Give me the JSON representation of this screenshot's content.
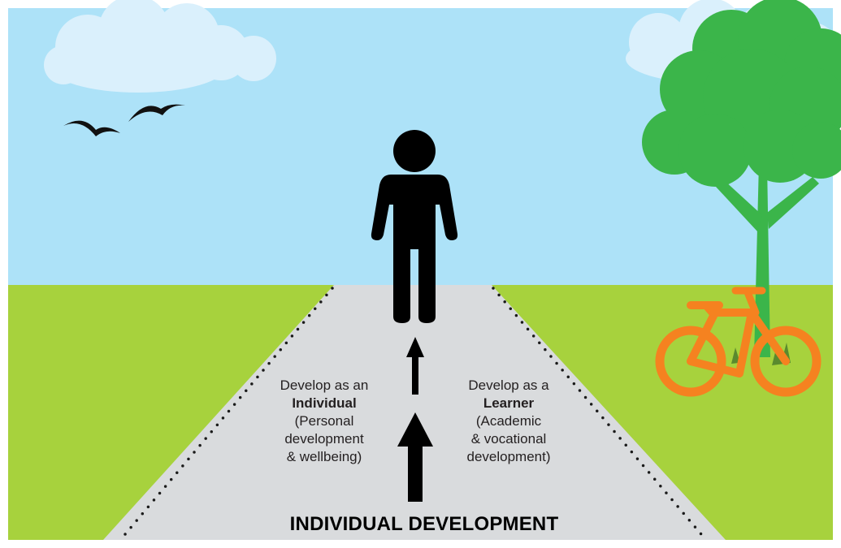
{
  "colors": {
    "sky": "#ade2f8",
    "cloud": "#daf0fc",
    "grass": "#a7d23d",
    "path": "#d9dbdd",
    "tree_foliage": "#3bb54a",
    "bicycle": "#f58220",
    "figure": "#000000",
    "grass_tuft": "#5a8a2e"
  },
  "icons": [
    "bird-icon",
    "person-icon",
    "tree-icon",
    "bicycle-icon",
    "up-arrow-icon"
  ],
  "labels": {
    "left": {
      "line1": "Develop as an",
      "bold": "Individual",
      "line3": "(Personal",
      "line4": "development",
      "line5": "& wellbeing)"
    },
    "right": {
      "line1": "Develop as a",
      "bold": "Learner",
      "line3": "(Academic",
      "line4": "& vocational",
      "line5": "development)"
    },
    "heading": "INDIVIDUAL DEVELOPMENT"
  }
}
